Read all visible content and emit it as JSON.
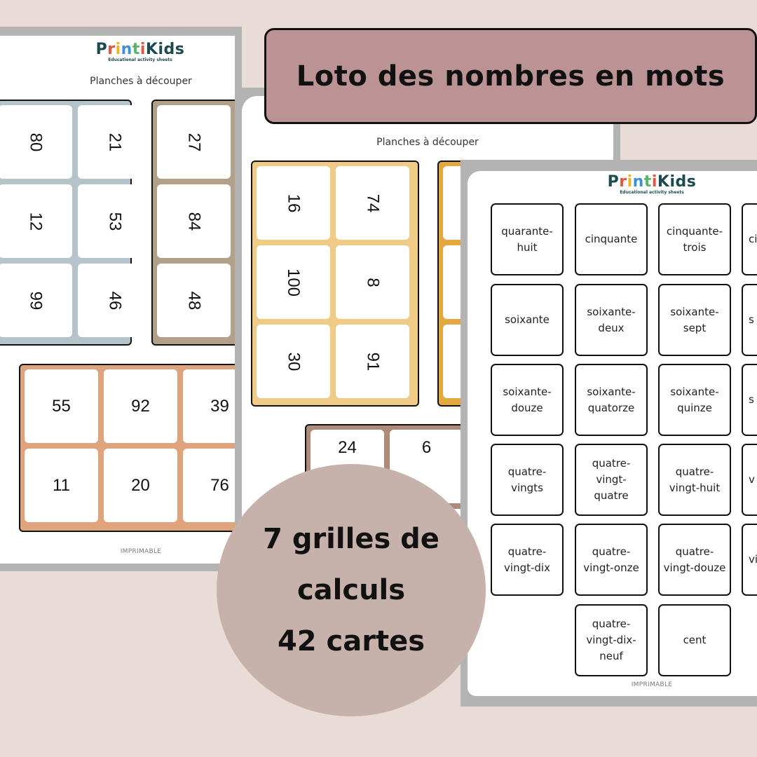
{
  "background_color": "#e9dbd6",
  "logo": {
    "letters": [
      {
        "ch": "P",
        "color": "#1d4a50"
      },
      {
        "ch": "r",
        "color": "#e4553f"
      },
      {
        "ch": "i",
        "color": "#f2b322"
      },
      {
        "ch": "n",
        "color": "#3f8fd6"
      },
      {
        "ch": "t",
        "color": "#5bb466"
      },
      {
        "ch": "i",
        "color": "#e4553f"
      },
      {
        "ch": "K",
        "color": "#1d4a50"
      },
      {
        "ch": "i",
        "color": "#1d4a50"
      },
      {
        "ch": "d",
        "color": "#1d4a50"
      },
      {
        "ch": "s",
        "color": "#1d4a50"
      }
    ],
    "text": "PrintiKids",
    "tagline": "Educational activity sheets"
  },
  "banner": {
    "title": "Loto des nombres en mots",
    "color": "#bb9394"
  },
  "badge": {
    "lines": [
      "7 grilles de",
      "calculs",
      "42 cartes"
    ],
    "color": "#c6b2ab"
  },
  "sheet1": {
    "subtitle": "Planches à découper",
    "footer": "IMPRIMABLE",
    "grids": [
      {
        "color": "#b5c3cb",
        "numbers": [
          "80",
          "21",
          "12",
          "53",
          "99",
          "46"
        ]
      },
      {
        "color": "#b3a088",
        "numbers": [
          "27",
          "84",
          "48"
        ]
      },
      {
        "color": "#e0a47d",
        "numbers": [
          "55",
          "92",
          "39",
          "11",
          "20",
          "76"
        ]
      }
    ]
  },
  "sheet2": {
    "subtitle": "Planches à découper",
    "grids": [
      {
        "color": "#efcb86",
        "numbers": [
          "16",
          "74",
          "100",
          "8",
          "30",
          "91"
        ]
      },
      {
        "color": "#e3a940",
        "numbers": []
      },
      {
        "color": "#ae8a79",
        "numbers": [
          "24",
          "6"
        ]
      }
    ]
  },
  "sheet3": {
    "footer": "IMPRIMABLE",
    "cards": [
      [
        "quarante-\nhuit",
        "cinquante",
        "cinquante-\ntrois",
        "ci"
      ],
      [
        "soixante",
        "soixante-\ndeux",
        "soixante-\nsept",
        "s"
      ],
      [
        "soixante-\ndouze",
        "soixante-\nquatorze",
        "soixante-\nquinze",
        "s"
      ],
      [
        "quatre-\nvingts",
        "quatre-\nvingt-\nquatre",
        "quatre-\nvingt-huit",
        "v"
      ],
      [
        "quatre-\nvingt-dix",
        "quatre-\nvingt-onze",
        "quatre-\nvingt-douze",
        "vi"
      ],
      [
        null,
        "quatre-\nvingt-dix-\nneuf",
        "cent",
        null
      ]
    ]
  }
}
